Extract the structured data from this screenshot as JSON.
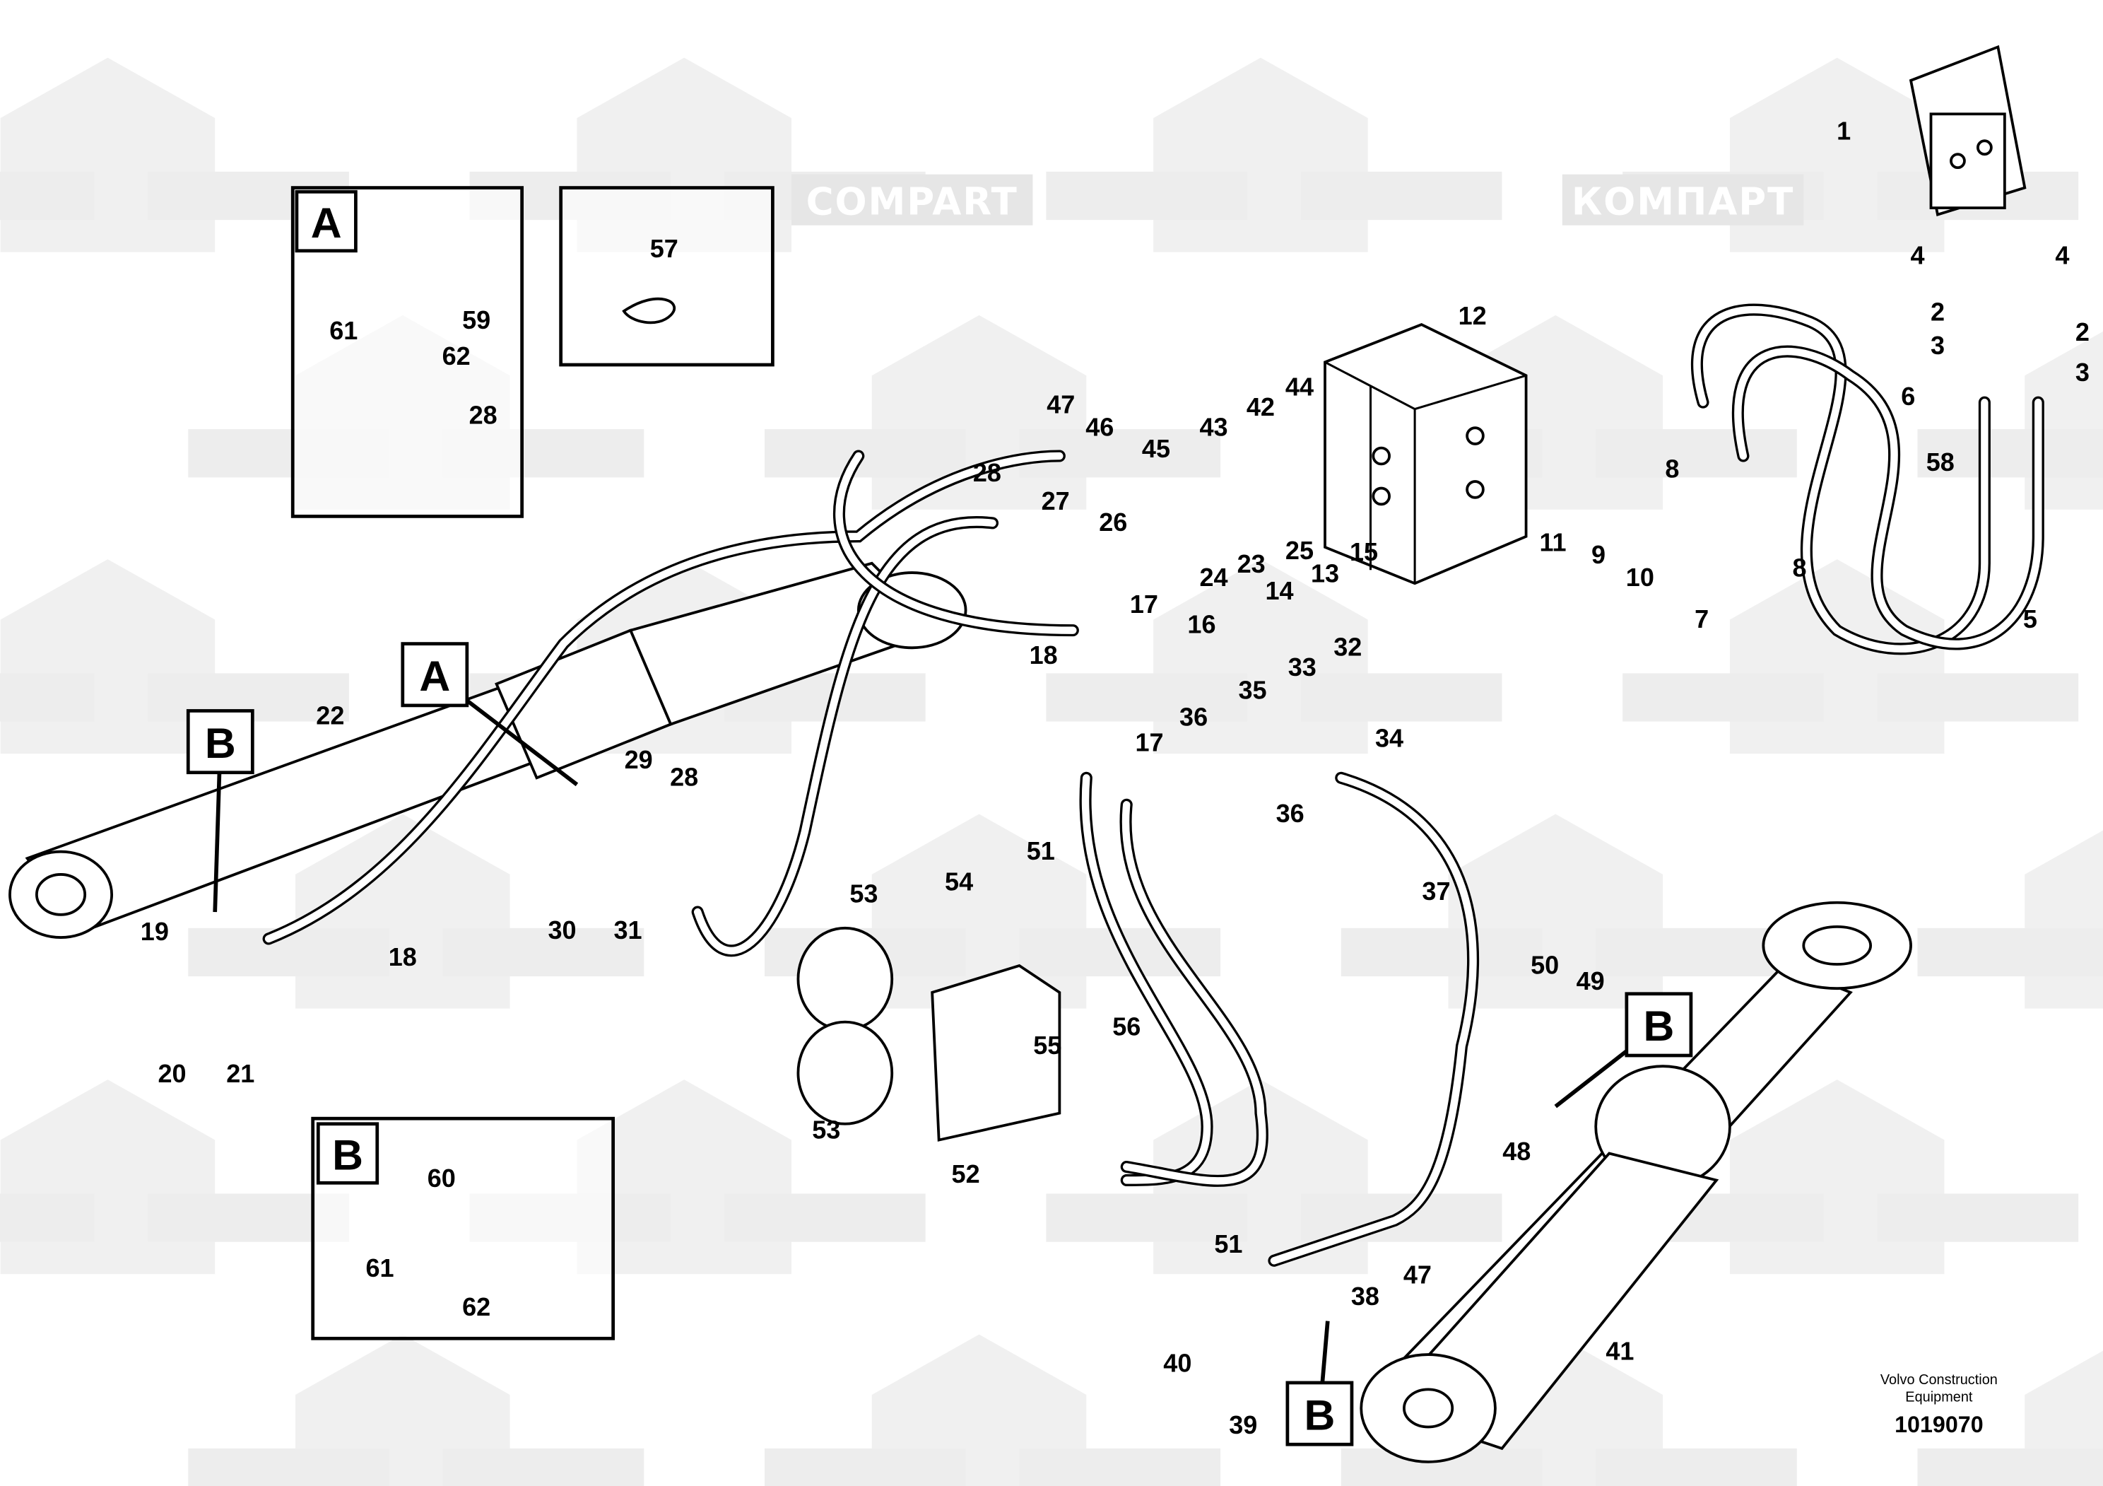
{
  "watermark": {
    "text_ru": "КОМПАРТ",
    "text_en": "COMPART",
    "color": "#e6e6e6"
  },
  "callouts": [
    "1",
    "4",
    "4",
    "2",
    "2",
    "3",
    "3",
    "6",
    "58",
    "8",
    "8",
    "5",
    "7",
    "12",
    "47",
    "46",
    "45",
    "43",
    "42",
    "44",
    "28",
    "27",
    "26",
    "24",
    "23",
    "25",
    "11",
    "9",
    "10",
    "15",
    "13",
    "14",
    "16",
    "17",
    "18",
    "33",
    "32",
    "35",
    "36",
    "34",
    "17",
    "36",
    "37",
    "22",
    "29",
    "28",
    "51",
    "54",
    "53",
    "53",
    "30",
    "31",
    "19",
    "18",
    "20",
    "21",
    "55",
    "56",
    "50",
    "49",
    "52",
    "51",
    "48",
    "47",
    "38",
    "40",
    "39",
    "41"
  ],
  "view_markers": [
    "A",
    "B",
    "B",
    "B"
  ],
  "inset_a": {
    "title": "A",
    "callouts": [
      "61",
      "59",
      "62",
      "28"
    ]
  },
  "inset_57": {
    "callouts": [
      "57"
    ]
  },
  "inset_b": {
    "title": "B",
    "callouts": [
      "60",
      "61",
      "62"
    ]
  },
  "footer": {
    "company_line1": "Volvo Construction",
    "company_line2": "Equipment",
    "drawing_number": "1019070"
  }
}
